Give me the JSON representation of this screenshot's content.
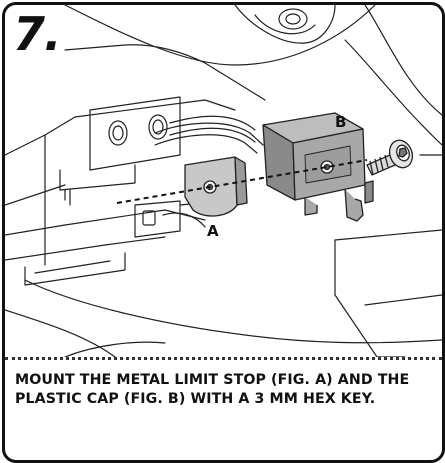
{
  "step": {
    "number": "7."
  },
  "figure": {
    "callout_a": "A",
    "callout_b": "B"
  },
  "instruction": {
    "text": "MOUNT THE METAL LIMIT STOP (FIG. A) AND THE PLASTIC CAP (FIG. B) WITH A 3 MM HEX KEY."
  },
  "colors": {
    "line": "#222222",
    "cap_fill": "#a8a8a8",
    "cap_shade": "#8a8a8a",
    "stop_fill": "#c8c8c8",
    "background": "#ffffff"
  },
  "icons": {
    "screw": "hex-socket-screw-icon",
    "limit_stop": "metal-limit-stop-icon",
    "plastic_cap": "plastic-cap-icon"
  }
}
